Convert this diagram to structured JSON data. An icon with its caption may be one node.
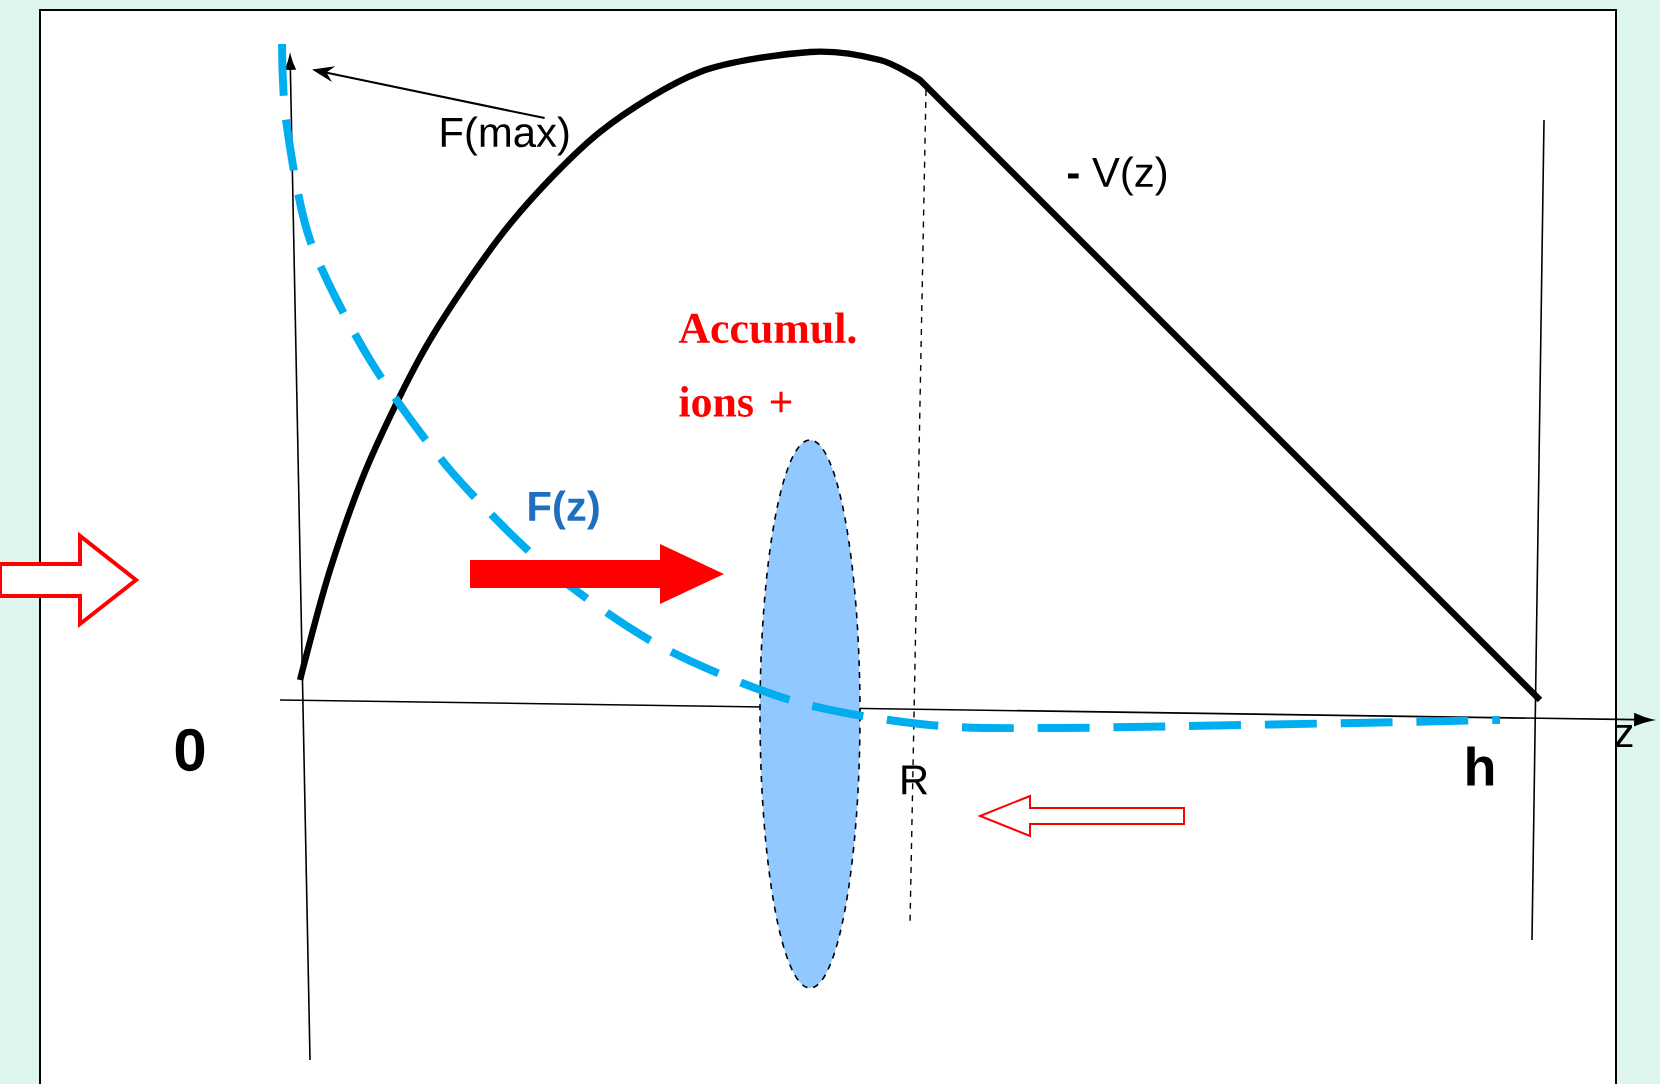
{
  "diagram": {
    "nodes": [
      {
        "text": [
          "F(max)"
        ]
      },
      {
        "text": [],
        "shape": "line"
      },
      {
        "text": [],
        "shape": "ellipse"
      }
    ],
    "edges": [
      {
        "from": 0,
        "to": 1,
        "arrow": "to"
      }
    ],
    "labels": [
      "**-** V(z)",
      "Accumul. ions +",
      "F(z)",
      "0",
      "R",
      "h",
      "z"
    ]
  }
}
